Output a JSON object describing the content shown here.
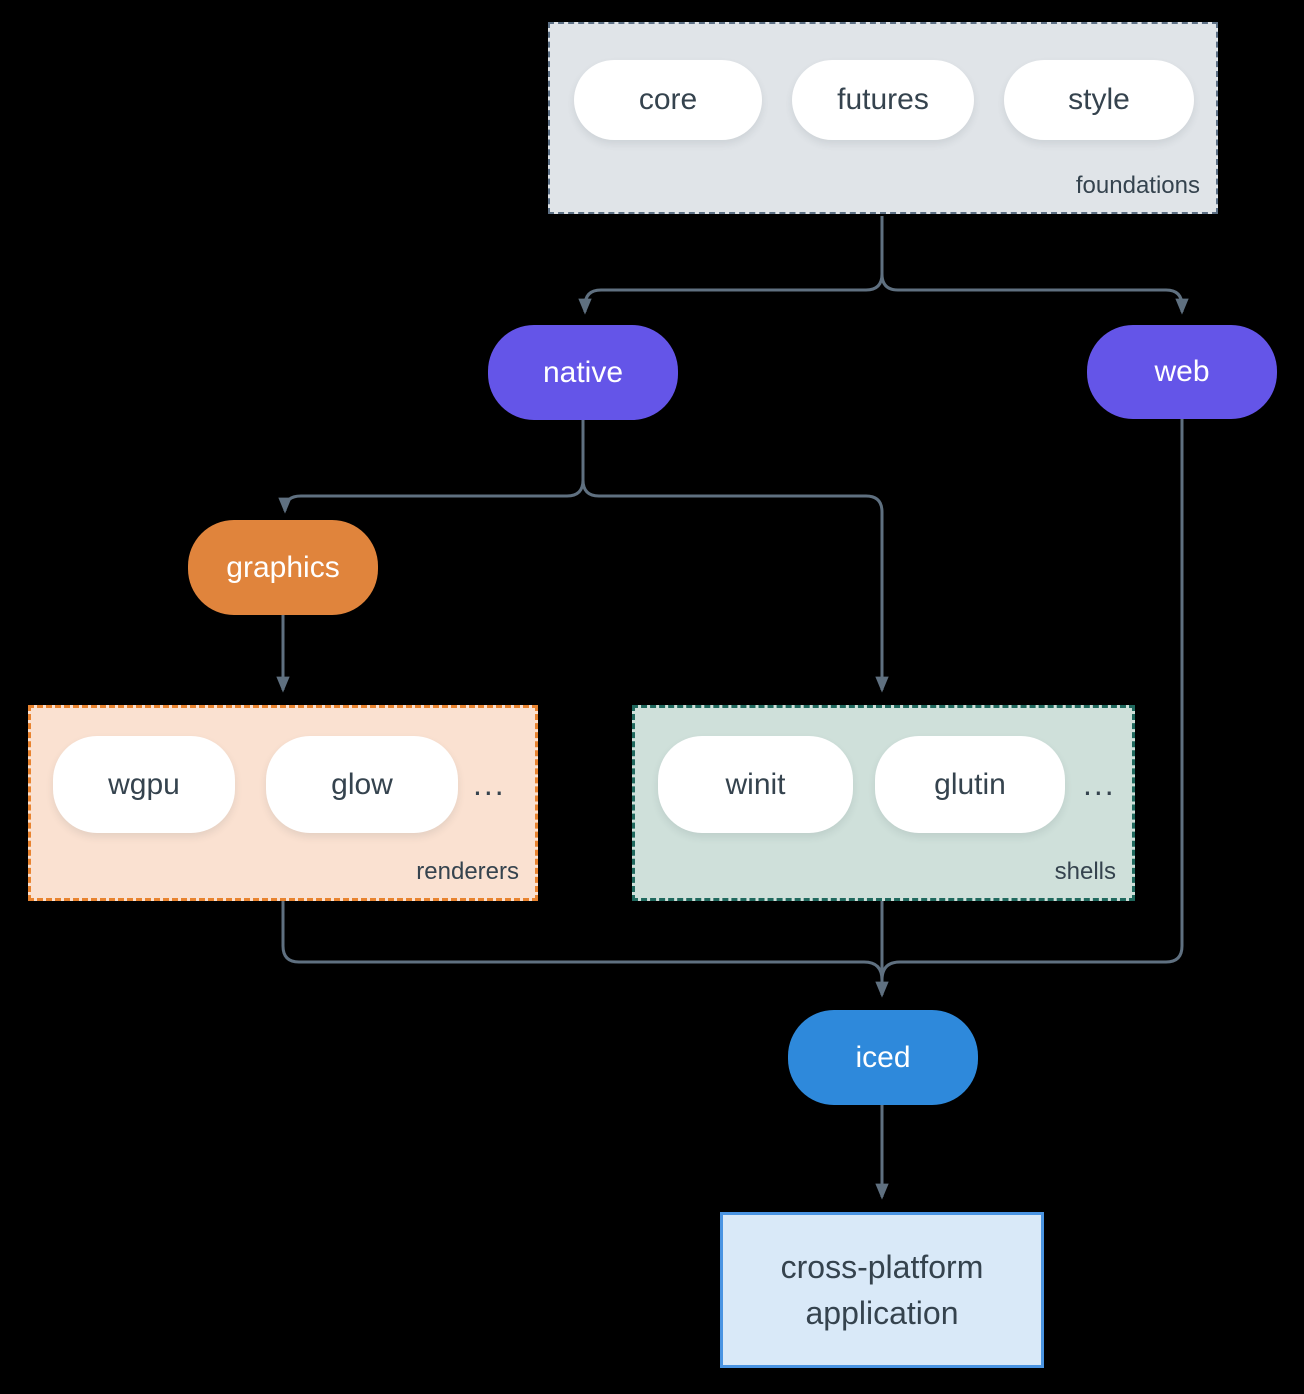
{
  "diagram": {
    "foundations": {
      "label": "foundations",
      "pills": [
        "core",
        "futures",
        "style"
      ]
    },
    "native": {
      "label": "native"
    },
    "web": {
      "label": "web"
    },
    "graphics": {
      "label": "graphics"
    },
    "renderers": {
      "label": "renderers",
      "pills": [
        "wgpu",
        "glow"
      ],
      "more": "..."
    },
    "shells": {
      "label": "shells",
      "pills": [
        "winit",
        "glutin"
      ],
      "more": "..."
    },
    "iced": {
      "label": "iced"
    },
    "application": {
      "label": "cross-platform application"
    }
  },
  "colors": {
    "background": "#000000",
    "connector": "#5f7080",
    "foundations_fill": "#e0e4e8",
    "foundations_border": "#5d7085",
    "native_web_purple": "#6455e8",
    "graphics_orange": "#e0843c",
    "renderers_fill": "#fae1d1",
    "renderers_border": "#e8832f",
    "shells_fill": "#cfe0da",
    "shells_border": "#20695e",
    "iced_blue": "#2e89db",
    "application_fill": "#d9e9f8",
    "application_border": "#4a94e2",
    "text_dark": "#35434e"
  }
}
